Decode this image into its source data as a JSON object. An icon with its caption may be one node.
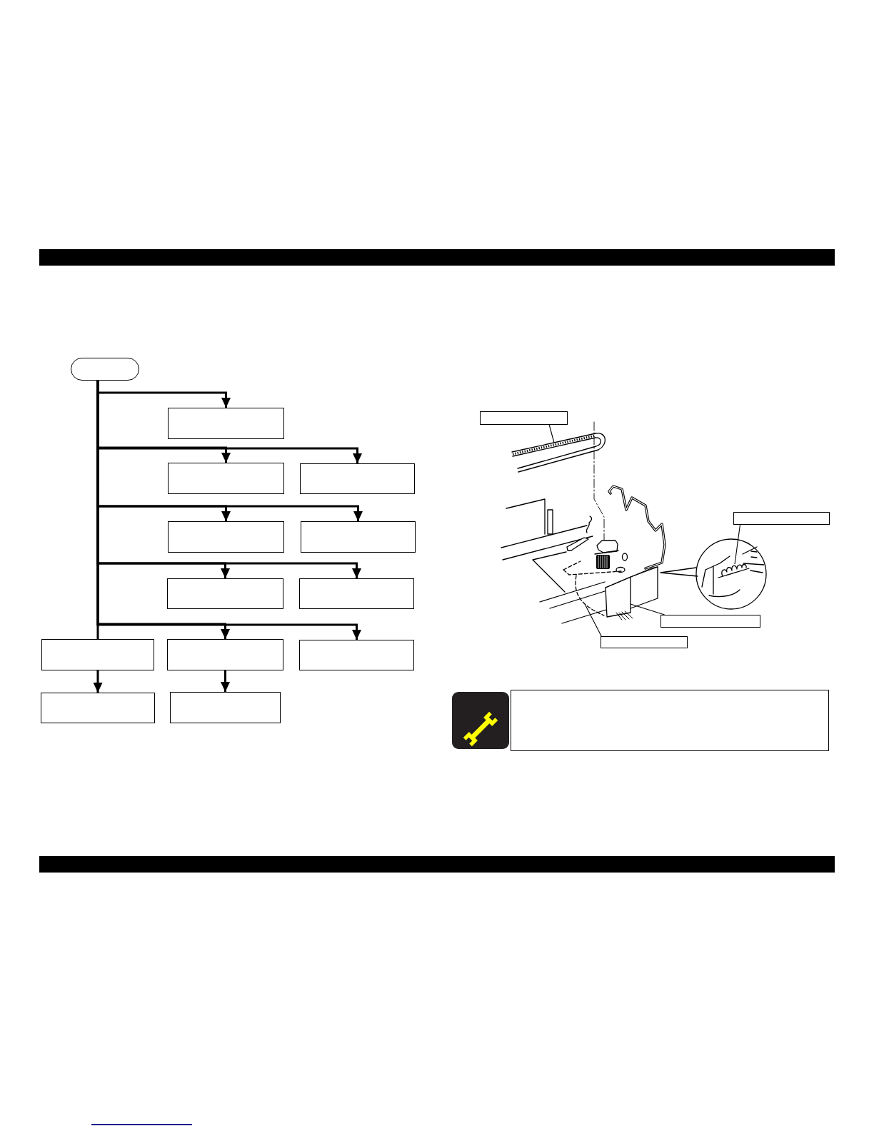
{
  "diagram": {
    "nodes": [
      {
        "text": [],
        "shape": "stadium"
      },
      {
        "text": [],
        "shape": "box"
      },
      {
        "text": [],
        "shape": "box"
      },
      {
        "text": [],
        "shape": "box"
      },
      {
        "text": [],
        "shape": "box"
      },
      {
        "text": [],
        "shape": "box"
      },
      {
        "text": [],
        "shape": "box"
      },
      {
        "text": [],
        "shape": "box"
      },
      {
        "text": [],
        "shape": "box"
      },
      {
        "text": [],
        "shape": "box"
      },
      {
        "text": [],
        "shape": "box"
      },
      {
        "text": [],
        "shape": "box"
      },
      {
        "text": [],
        "shape": "box"
      },
      {
        "text": [],
        "shape": "box"
      },
      {
        "text": [],
        "shape": "box"
      },
      {
        "text": [],
        "shape": "box"
      },
      {
        "text": [],
        "shape": "box"
      },
      {
        "text": [],
        "shape": "box"
      },
      {
        "text": [],
        "shape": "picture"
      },
      {
        "text": [],
        "shape": "picture"
      },
      {
        "text": [],
        "shape": "picture"
      },
      {
        "text": [],
        "shape": "picture"
      }
    ],
    "edges": [
      {
        "from": 0,
        "to": 1,
        "arrow": "to"
      },
      {
        "from": 0,
        "to": 2,
        "arrow": "to"
      },
      {
        "from": 0,
        "to": 3,
        "arrow": "to"
      },
      {
        "from": 0,
        "to": 4,
        "arrow": "to"
      },
      {
        "from": 0,
        "to": 5,
        "arrow": "to"
      },
      {
        "from": 0,
        "to": 6,
        "arrow": "to"
      },
      {
        "from": 0,
        "to": 7,
        "arrow": "to"
      },
      {
        "from": 0,
        "to": 9,
        "arrow": "to"
      },
      {
        "from": 0,
        "to": 10,
        "arrow": "to"
      },
      {
        "from": 0,
        "to": 8,
        "arrow": "none"
      },
      {
        "from": 8,
        "to": 11,
        "arrow": "to"
      },
      {
        "from": 9,
        "to": 12,
        "arrow": "to"
      },
      {
        "from": 13,
        "to": 18,
        "arrow": "none"
      },
      {
        "from": 14,
        "to": 19,
        "arrow": "none"
      },
      {
        "from": 15,
        "to": 20,
        "arrow": "none"
      },
      {
        "from": 16,
        "to": 21,
        "arrow": "none"
      }
    ]
  }
}
